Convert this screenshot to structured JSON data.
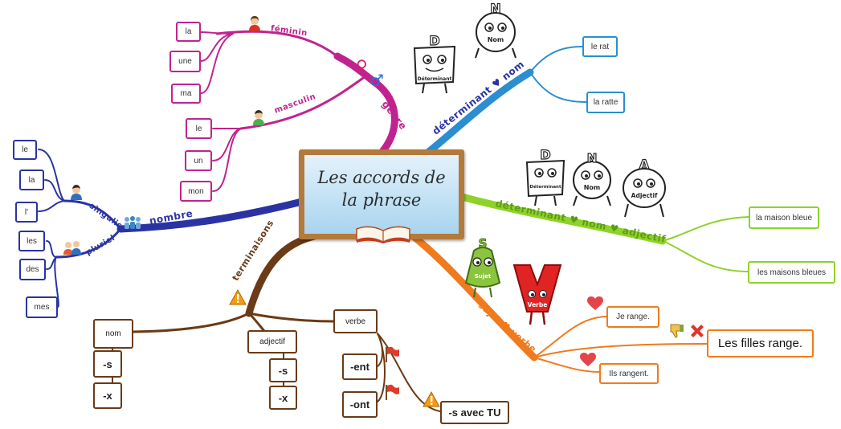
{
  "center": {
    "title": "Les accords de la phrase"
  },
  "branches": {
    "genre": {
      "label": "genre",
      "feminin": {
        "label": "féminin",
        "items": [
          "la",
          "une",
          "ma"
        ]
      },
      "masculin": {
        "label": "masculin",
        "items": [
          "le",
          "un",
          "mon"
        ]
      }
    },
    "nombre": {
      "label": "nombre",
      "singulier": {
        "label": "singulier",
        "items": [
          "le",
          "la",
          "l'"
        ]
      },
      "pluriel": {
        "label": "pluriel",
        "items": [
          "les",
          "des",
          "mes"
        ]
      }
    },
    "det_nom": {
      "label": "déterminant ♥ nom",
      "items": [
        "le rat",
        "la ratte"
      ]
    },
    "det_nom_adj": {
      "label": "déterminant ♥ nom ♥ adjectif",
      "items": [
        "la maison bleue",
        "les maisons bleues"
      ]
    },
    "sujet_verbe": {
      "label": "sujet ♥ verbe",
      "items": [
        "Je range.",
        "Les filles range.",
        "Ils rangent."
      ]
    },
    "terminaisons": {
      "label": "terminaisons",
      "nom": {
        "label": "nom",
        "items": [
          "-s",
          "-x"
        ]
      },
      "adjectif": {
        "label": "adjectif",
        "items": [
          "-s",
          "-x"
        ]
      },
      "verbe": {
        "label": "verbe",
        "items": [
          "-ent",
          "-ont"
        ],
        "extra": "-s avec TU"
      }
    }
  },
  "characters": {
    "determinant": "Déterminant",
    "nom": "Nom",
    "adjectif": "Adjectif",
    "sujet": "Sujet",
    "verbe": "Verbe",
    "letter_d": "D",
    "letter_n": "N",
    "letter_a": "A",
    "letter_s": "S",
    "letter_v": "V"
  },
  "colors": {
    "genre": "#c0238f",
    "nombre": "#2b33a3",
    "det_nom": "#2b8ed0",
    "det_nom_adj": "#8ed22a",
    "sujet_verbe": "#f07a1e",
    "terminaisons": "#6b3a16"
  },
  "icons": [
    "female-symbol-icon",
    "male-symbol-icon",
    "woman-avatar-icon",
    "man-avatar-icon",
    "people-icon",
    "warning-icon",
    "flag-icon",
    "heart-icon",
    "thumbs-down-icon",
    "cross-icon",
    "book-icon"
  ]
}
